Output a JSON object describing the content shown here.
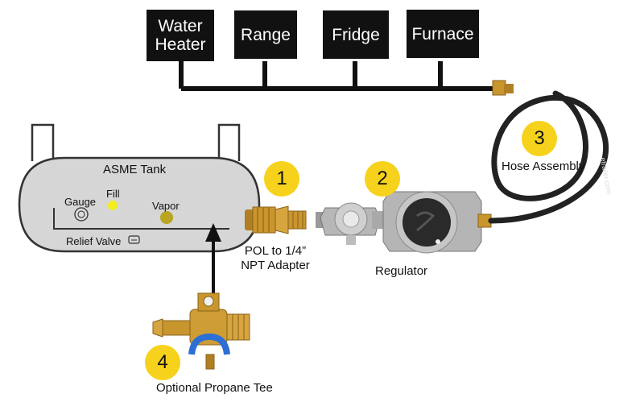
{
  "appliances": [
    {
      "line1": "Water",
      "line2": "Heater"
    },
    {
      "line1": "Range",
      "line2": ""
    },
    {
      "line1": "Fridge",
      "line2": ""
    },
    {
      "line1": "Furnace",
      "line2": ""
    }
  ],
  "tank": {
    "title": "ASME Tank",
    "gauge": "Gauge",
    "fill": "Fill",
    "vapor": "Vapor",
    "relief_valve": "Relief Valve"
  },
  "components": [
    {
      "number": "1",
      "line1": "POL to 1/4”",
      "line2": "NPT Adapter"
    },
    {
      "number": "2",
      "line1": "Regulator",
      "line2": ""
    },
    {
      "number": "3",
      "line1": "Hose Assembly",
      "line2": ""
    },
    {
      "number": "4",
      "line1": "Optional Propane Tee",
      "line2": ""
    }
  ],
  "hose_brand": "etrailer.com",
  "colors": {
    "badge": "#f7d21c",
    "tank_fill": "#d6d6d6",
    "brass": "#c9962e",
    "hose": "#222222",
    "appliance_box": "#111111",
    "fill_dot": "#f3ee20",
    "vapor_dot": "#b8a520",
    "dust_cap": "#2d6fd4"
  }
}
